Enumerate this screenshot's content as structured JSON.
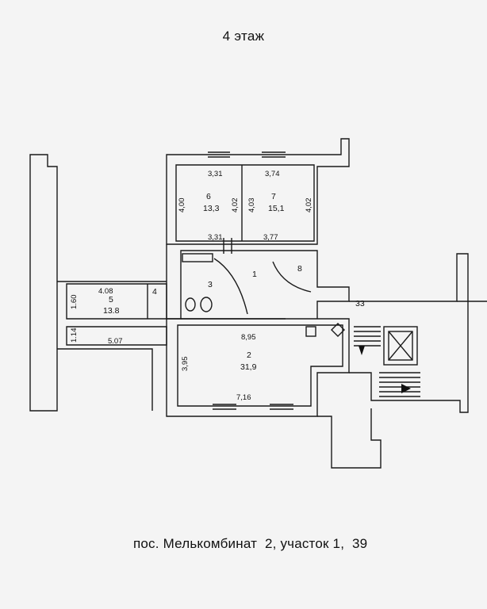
{
  "header": {
    "floor_title": "4 этаж"
  },
  "footer": {
    "address": "пос. Мелькомбинат  2, участок 1,  39"
  },
  "rooms": {
    "r6": {
      "number": "6",
      "area": "13,3",
      "dim_top": "3,31",
      "dim_left": "4,00",
      "dim_right": "4,02",
      "dim_bottom": "3,31"
    },
    "r7": {
      "number": "7",
      "area": "15,1",
      "dim_top": "3,74",
      "dim_left": "4,03",
      "dim_right": "4,02",
      "dim_bottom": "3,77"
    },
    "r1": {
      "number": "1"
    },
    "r3": {
      "number": "3"
    },
    "r8": {
      "number": "8"
    },
    "r5": {
      "number": "5",
      "area": "13.8",
      "dim_top": "4.08",
      "dim_left": "1.60",
      "side_number": "4"
    },
    "corridor": {
      "dim_len": "5.07",
      "dim_h": "1.14"
    },
    "r2": {
      "number": "2",
      "area": "31,9",
      "dim_top": "8,95",
      "dim_left": "3,95",
      "dim_bottom": "7,16"
    },
    "r33": {
      "number": "33"
    }
  }
}
